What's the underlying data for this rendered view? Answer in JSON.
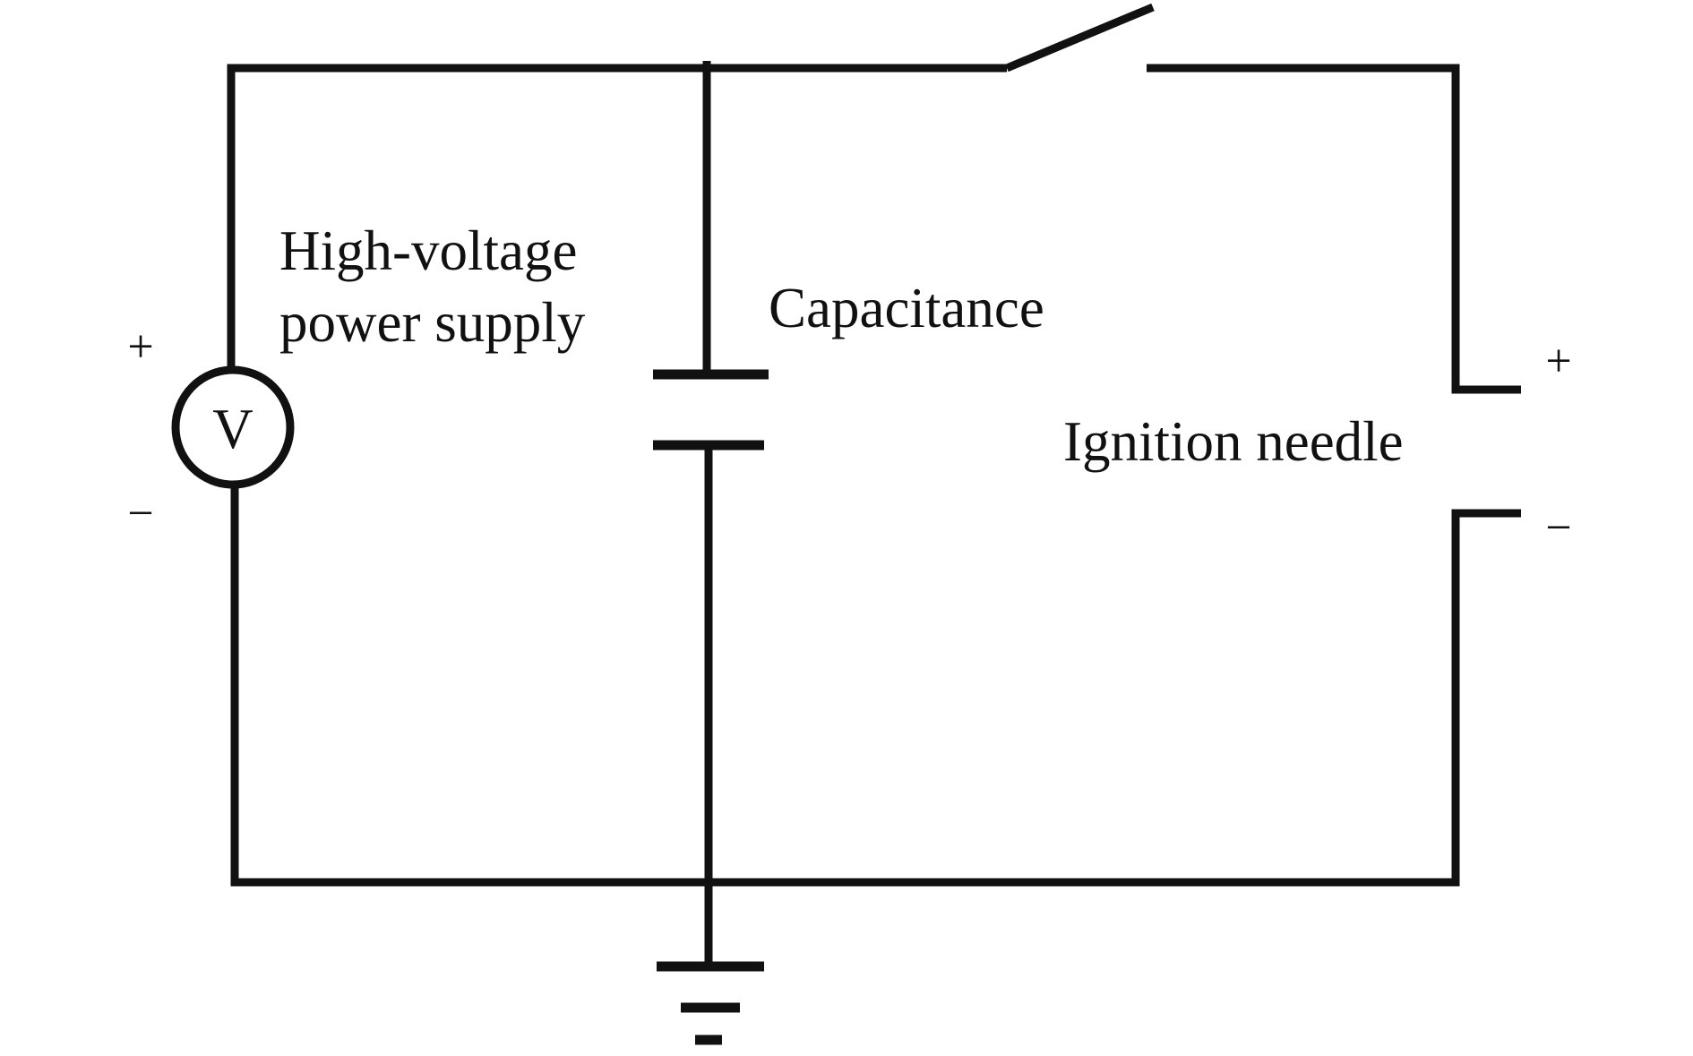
{
  "labels": {
    "power_supply_line1": "High-voltage",
    "power_supply_line2": "power supply",
    "capacitance": "Capacitance",
    "ignition_needle": "Ignition needle",
    "voltmeter_symbol": "V",
    "supply_plus": "+",
    "supply_minus": "−",
    "needle_plus": "+",
    "needle_minus": "−"
  },
  "colors": {
    "line": "#111111",
    "background": "#ffffff"
  }
}
